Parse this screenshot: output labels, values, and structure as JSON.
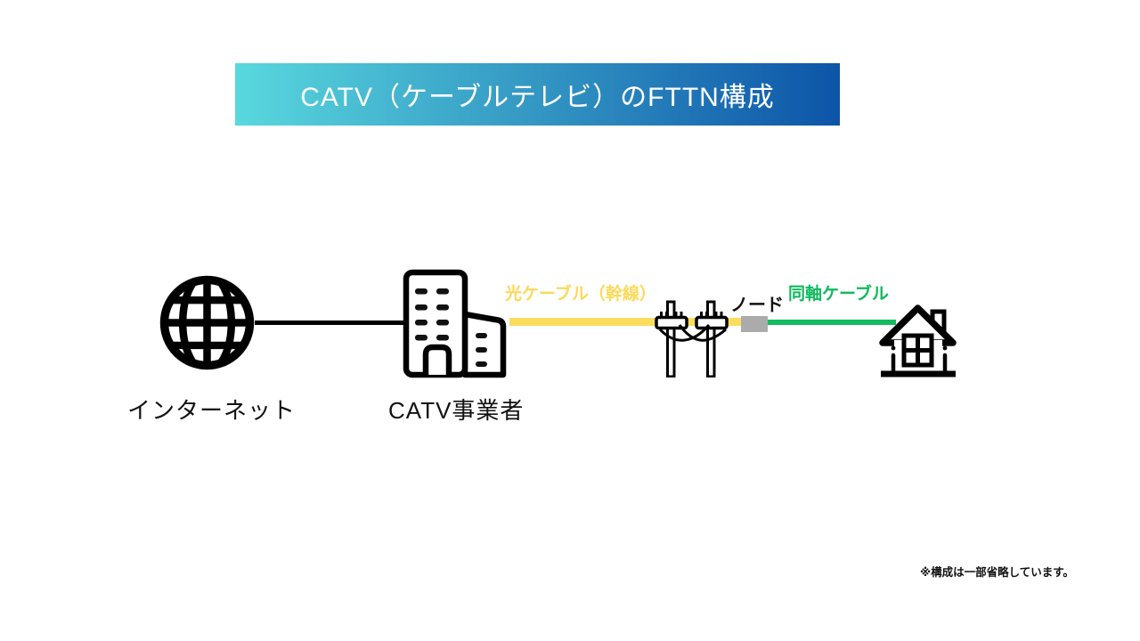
{
  "title": {
    "text": "CATV（ケーブルテレビ）のFTTN構成"
  },
  "colors": {
    "banner-start": "#59D8DE",
    "banner-end": "#0D54A8",
    "optical-cable": "#FBDD5E",
    "optical-label": "#FBD95A",
    "coaxial-cable": "#12BC60",
    "coaxial-label": "#10B95D",
    "node-box": "#ABABAB",
    "backbone": "#000000"
  },
  "diagram": {
    "internet": {
      "label": "インターネット",
      "icon": "globe-icon"
    },
    "operator": {
      "label": "CATV事業者",
      "icon": "building-icon"
    },
    "optical_cable": {
      "label": "光ケーブル（幹線）"
    },
    "node": {
      "label": "ノード",
      "icon": "node-box"
    },
    "coaxial_cable": {
      "label": "同軸ケーブル"
    },
    "home": {
      "icon": "house-icon"
    },
    "poles": {
      "icon": "utility-poles-icon"
    }
  },
  "footnote": {
    "text": "※構成は一部省略しています。"
  }
}
